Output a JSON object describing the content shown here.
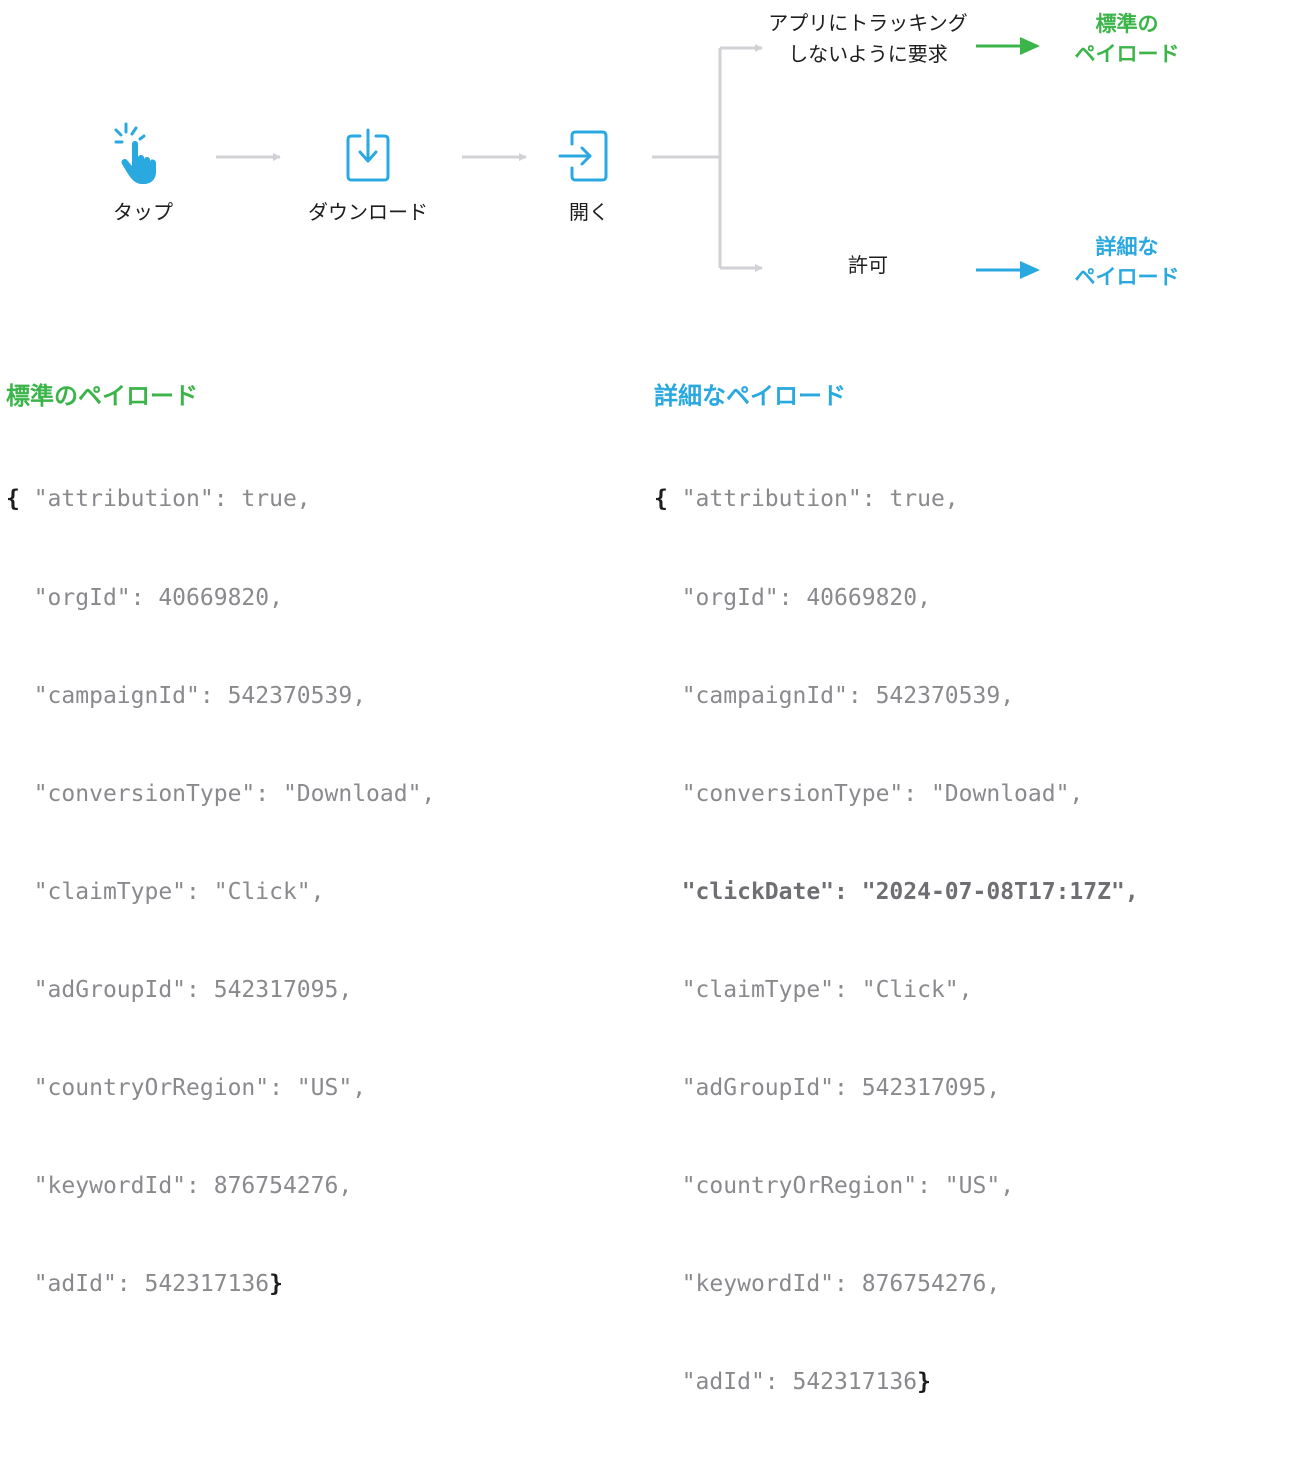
{
  "colors": {
    "standard": "#3bb54a",
    "detailed": "#2aa8e0",
    "arrow_gray": "#d1d1d6",
    "icon_blue": "#2aa8e0"
  },
  "flow": {
    "steps": [
      {
        "label": "タップ",
        "icon": "tap-hand-icon"
      },
      {
        "label": "ダウンロード",
        "icon": "download-tray-icon"
      },
      {
        "label": "開く",
        "icon": "open-app-icon"
      }
    ],
    "branch_top": {
      "label_line1": "アプリにトラッキング",
      "label_line2": "しないように要求",
      "result_line1": "標準の",
      "result_line2": "ペイロード"
    },
    "branch_bottom": {
      "label": "許可",
      "result_line1": "詳細な",
      "result_line2": "ペイロード"
    }
  },
  "standard_payload": {
    "title": "標準のペイロード",
    "lines": [
      "\"attribution\": true,",
      "\"orgId\": 40669820,",
      "\"campaignId\": 542370539,",
      "\"conversionType\": \"Download\",",
      "\"claimType\": \"Click\",",
      "\"adGroupId\": 542317095,",
      "\"countryOrRegion\": \"US\",",
      "\"keywordId\": 876754276,",
      "\"adId\": 542317136"
    ]
  },
  "detailed_payload": {
    "title": "詳細なペイロード",
    "lines": [
      "\"attribution\": true,",
      "\"orgId\": 40669820,",
      "\"campaignId\": 542370539,",
      "\"conversionType\": \"Download\",",
      "\"clickDate\": \"2024-07-08T17:17Z\",",
      "\"claimType\": \"Click\",",
      "\"adGroupId\": 542317095,",
      "\"countryOrRegion\": \"US\",",
      "\"keywordId\": 876754276,",
      "\"adId\": 542317136"
    ]
  },
  "code_syntax": {
    "open_brace": "{ ",
    "close_brace": "}",
    "indent": "  ",
    "comma": ","
  }
}
